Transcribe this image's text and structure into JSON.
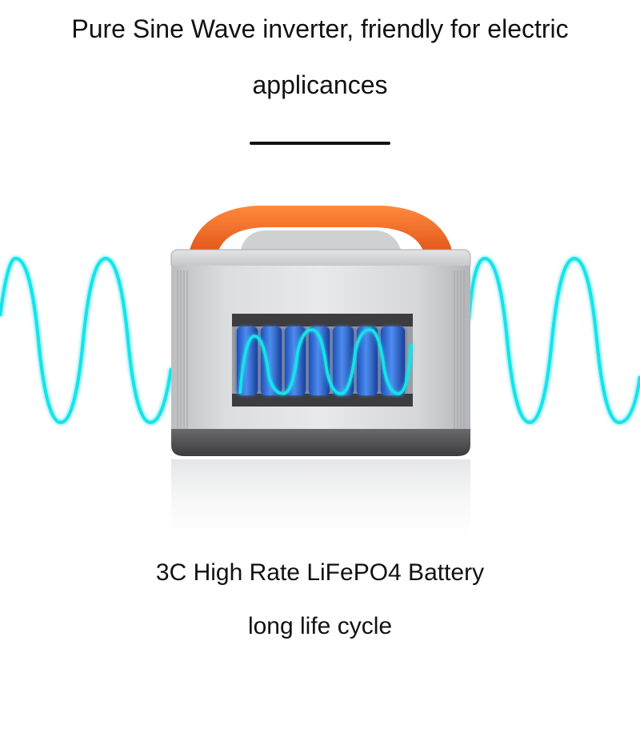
{
  "headline": {
    "line1": "Pure Sine Wave inverter, friendly for electric",
    "line2": "applicances"
  },
  "captions": {
    "battery": "3C High Rate LiFePO4 Battery",
    "cycle": "long life cycle"
  },
  "colors": {
    "text": "#111111",
    "wave": "#19e3ea",
    "handle": "#f26a21",
    "body": "#c9cacc",
    "base": "#5b5b5d",
    "battery_cells": "#2f6fd8"
  },
  "icons": {
    "product": "power-station-icon",
    "wave": "sine-wave-icon",
    "battery": "battery-cells-icon"
  }
}
